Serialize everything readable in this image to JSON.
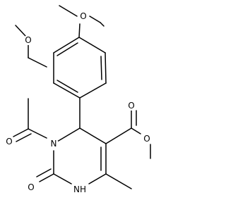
{
  "molecule": {
    "atoms": {
      "methoxy_o_top": "O",
      "methoxy_o_left": "O",
      "acetyl_o": "O",
      "n1": "N",
      "ester_o_carbonyl": "O",
      "ester_o_ether": "O",
      "urea_o": "O",
      "nh": "NH"
    }
  }
}
